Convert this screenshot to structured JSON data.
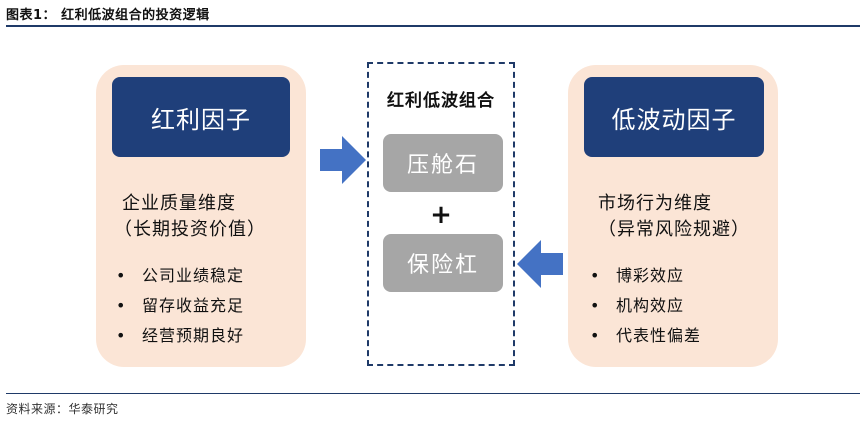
{
  "figure": {
    "title": "图表1：  红利低波组合的投资逻辑",
    "source": "资料来源：华泰研究"
  },
  "left_panel": {
    "heading": "红利因子",
    "sub_line1": "企业质量维度",
    "sub_line2": "（长期投资价值）",
    "bullets": [
      "公司业绩稳定",
      "留存收益充足",
      "经营预期良好"
    ]
  },
  "center": {
    "title": "红利低波组合",
    "box1": "压舱石",
    "plus": "+",
    "box2": "保险杠"
  },
  "right_panel": {
    "heading": "低波动因子",
    "sub_line1": "市场行为维度",
    "sub_line2": "（异常风险规避）",
    "bullets": [
      "博彩效应",
      "机构效应",
      "代表性偏差"
    ]
  },
  "colors": {
    "heading_box": "#1f3f7a",
    "panel_bg": "#fbe5d6",
    "grey_box": "#a6a6a6",
    "arrow": "#4472c4",
    "rule": "#1f3a68"
  },
  "bullet_symbol": "•"
}
